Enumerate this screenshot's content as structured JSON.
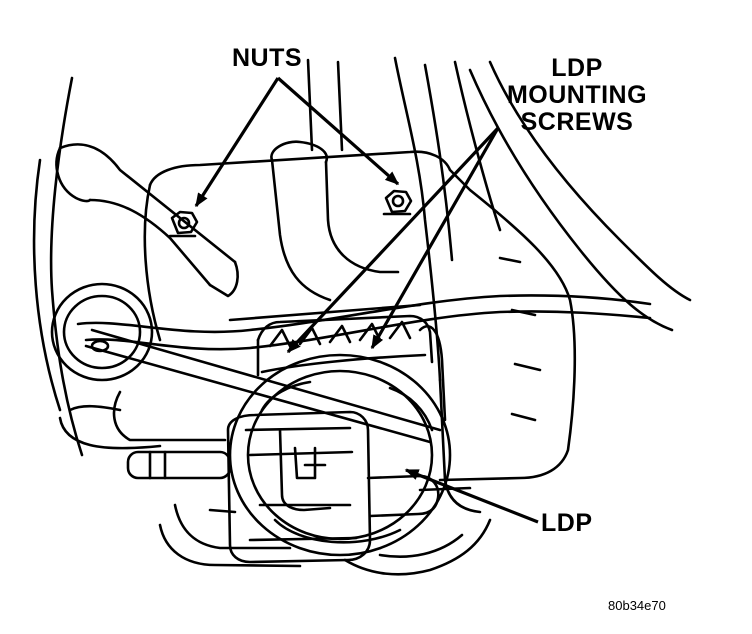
{
  "labels": {
    "nuts": "NUTS",
    "ldp_screws_line1": "LDP",
    "ldp_screws_line2": "MOUNTING",
    "ldp_screws_line3": "SCREWS",
    "ldp": "LDP"
  },
  "figure_id": "80b34e70",
  "colors": {
    "ink": "#000000",
    "paper": "#ffffff"
  }
}
